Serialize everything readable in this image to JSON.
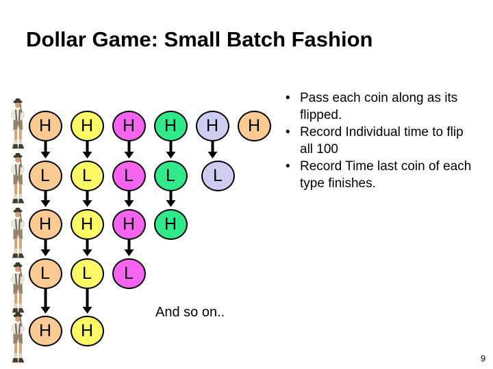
{
  "slide": {
    "title": "Dollar Game: Small Batch Fashion",
    "page_number": "9",
    "and_so_on": "And so on..",
    "bullets": [
      "Pass each coin along as its flipped.",
      "Record Individual time to flip all 100",
      "Record Time last coin of each type finishes."
    ]
  },
  "palette": {
    "peach": "#FACA93",
    "yellow": "#FCF966",
    "magenta": "#F564EE",
    "green": "#30E98B",
    "lavender": "#CDCDF2",
    "outline": "#000000",
    "text": "#000000"
  },
  "coin_rows": [
    {
      "letter": "H",
      "coins": [
        "peach",
        "yellow",
        "magenta",
        "green",
        "lavender",
        "peach"
      ],
      "arrows_to_next": 5
    },
    {
      "letter": "L",
      "coins": [
        "peach",
        "yellow",
        "magenta",
        "green",
        "lavender"
      ],
      "arrows_to_next": 4
    },
    {
      "letter": "H",
      "coins": [
        "peach",
        "yellow",
        "magenta",
        "green"
      ],
      "arrows_to_next": 3
    },
    {
      "letter": "L",
      "coins": [
        "peach",
        "yellow",
        "magenta"
      ],
      "arrows_to_next": 2
    },
    {
      "letter": "H",
      "coins": [
        "peach",
        "yellow"
      ],
      "arrows_to_next": 0
    }
  ],
  "icons": {
    "person": "lederhosen-man-icon",
    "arrow": "down-arrow-icon"
  }
}
